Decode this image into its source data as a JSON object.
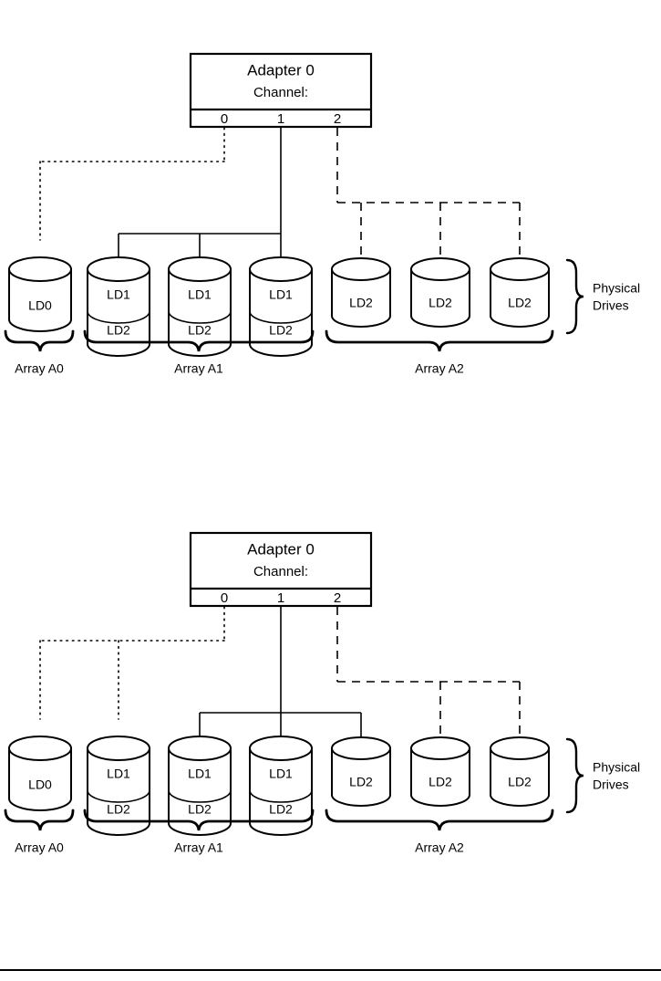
{
  "page": {
    "background": "#ffffff",
    "line_color": "#000000",
    "footer_rule": true
  },
  "diagrams": [
    {
      "id": "diagram-top",
      "adapter": {
        "title": "Adapter 0",
        "subtitle": "Channel:",
        "channels": [
          {
            "label": "0",
            "line_style": "dotted"
          },
          {
            "label": "1",
            "line_style": "solid"
          },
          {
            "label": "2",
            "line_style": "dashed"
          }
        ]
      },
      "drives": [
        {
          "name": "drive-1",
          "type": "single",
          "labels": [
            "LD0"
          ],
          "channel": "0"
        },
        {
          "name": "drive-2",
          "type": "split",
          "labels": [
            "LD1",
            "LD2"
          ],
          "channel": "1"
        },
        {
          "name": "drive-3",
          "type": "split",
          "labels": [
            "LD1",
            "LD2"
          ],
          "channel": "1"
        },
        {
          "name": "drive-4",
          "type": "split",
          "labels": [
            "LD1",
            "LD2"
          ],
          "channel": "1"
        },
        {
          "name": "drive-5",
          "type": "single",
          "labels": [
            "LD2"
          ],
          "channel": "2"
        },
        {
          "name": "drive-6",
          "type": "single",
          "labels": [
            "LD2"
          ],
          "channel": "2"
        },
        {
          "name": "drive-7",
          "type": "single",
          "labels": [
            "LD2"
          ],
          "channel": "2"
        }
      ],
      "arrays": [
        {
          "label": "Array A0",
          "drives": [
            "drive-1"
          ]
        },
        {
          "label": "Array A1",
          "drives": [
            "drive-2",
            "drive-3",
            "drive-4"
          ]
        },
        {
          "label": "Array A2",
          "drives": [
            "drive-5",
            "drive-6",
            "drive-7"
          ]
        }
      ],
      "physical_drives_label_line1": "Physical",
      "physical_drives_label_line2": "Drives"
    },
    {
      "id": "diagram-bottom",
      "adapter": {
        "title": "Adapter 0",
        "subtitle": "Channel:",
        "channels": [
          {
            "label": "0",
            "line_style": "dotted"
          },
          {
            "label": "1",
            "line_style": "solid"
          },
          {
            "label": "2",
            "line_style": "dashed"
          }
        ]
      },
      "drives": [
        {
          "name": "drive-1",
          "type": "single",
          "labels": [
            "LD0"
          ],
          "channel": "0"
        },
        {
          "name": "drive-2",
          "type": "split",
          "labels": [
            "LD1",
            "LD2"
          ],
          "channel": "0"
        },
        {
          "name": "drive-3",
          "type": "split",
          "labels": [
            "LD1",
            "LD2"
          ],
          "channel": "1"
        },
        {
          "name": "drive-4",
          "type": "split",
          "labels": [
            "LD1",
            "LD2"
          ],
          "channel": "1"
        },
        {
          "name": "drive-5",
          "type": "single",
          "labels": [
            "LD2"
          ],
          "channel": "1"
        },
        {
          "name": "drive-6",
          "type": "single",
          "labels": [
            "LD2"
          ],
          "channel": "2"
        },
        {
          "name": "drive-7",
          "type": "single",
          "labels": [
            "LD2"
          ],
          "channel": "2"
        }
      ],
      "arrays": [
        {
          "label": "Array A0",
          "drives": [
            "drive-1"
          ]
        },
        {
          "label": "Array A1",
          "drives": [
            "drive-2",
            "drive-3",
            "drive-4"
          ]
        },
        {
          "label": "Array A2",
          "drives": [
            "drive-5",
            "drive-6",
            "drive-7"
          ]
        }
      ],
      "physical_drives_label_line1": "Physical",
      "physical_drives_label_line2": "Drives"
    }
  ]
}
